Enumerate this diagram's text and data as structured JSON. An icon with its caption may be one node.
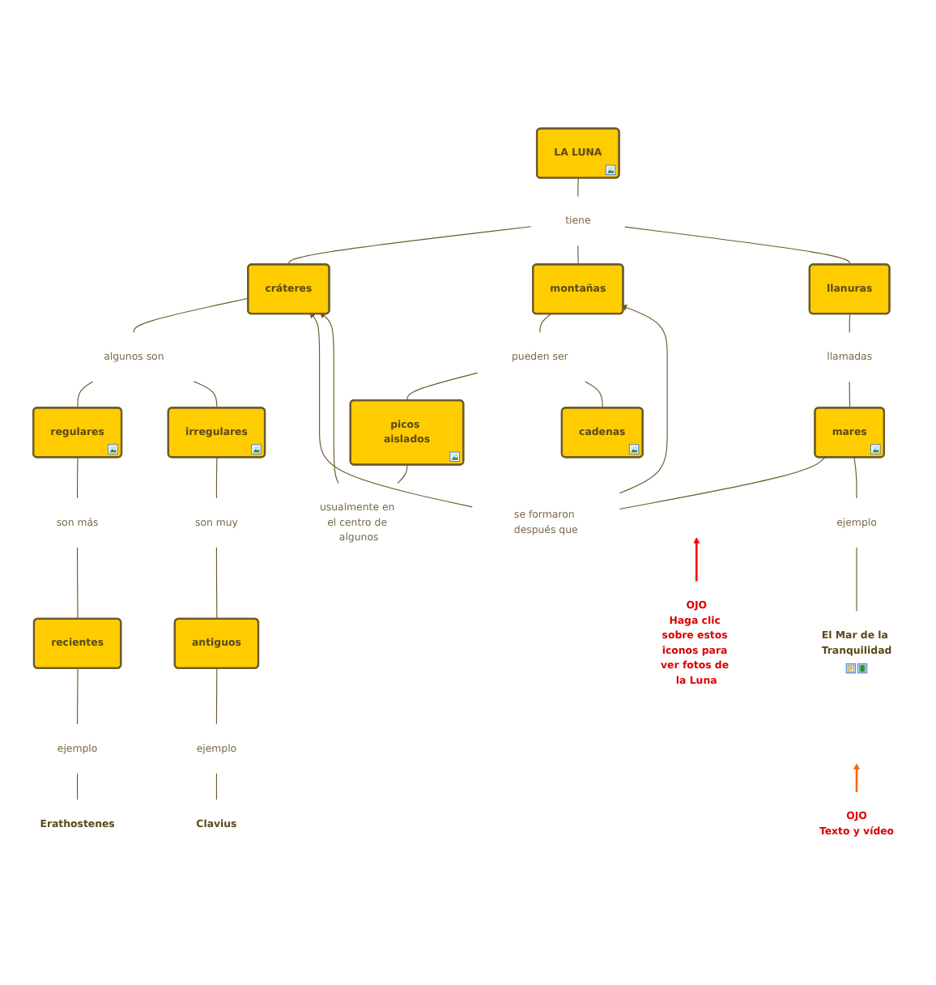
{
  "diagram": {
    "nodes": [
      {
        "text": [
          "LA LUNA"
        ]
      },
      {
        "text": [
          "tiene"
        ]
      },
      {
        "text": [
          "cráteres"
        ]
      },
      {
        "text": [
          "montañas"
        ]
      },
      {
        "text": [
          "llanuras"
        ]
      },
      {
        "text": [
          "algunos son"
        ]
      },
      {
        "text": [
          "pueden ser"
        ]
      },
      {
        "text": [
          "llamadas"
        ]
      },
      {
        "text": [
          "mares"
        ]
      },
      {
        "text": [
          "regulares"
        ]
      },
      {
        "text": [
          "irregulares"
        ]
      },
      {
        "text": [
          "se formaron después que"
        ]
      },
      {
        "text": [
          "son más"
        ]
      },
      {
        "text": [
          "son muy"
        ]
      },
      {
        "text": [
          "picos aislados"
        ]
      },
      {
        "text": [
          "cadenas"
        ]
      },
      {
        "text": [
          "recientes"
        ]
      },
      {
        "text": [
          "antiguos"
        ]
      },
      {
        "text": [
          "usualmente en el centro de algunos"
        ]
      },
      {
        "text": [
          "ejemplo"
        ]
      },
      {
        "text": [
          "ejemplo"
        ]
      },
      {
        "text": [
          "ejemplo"
        ]
      },
      {
        "text": [
          "Erathostenes"
        ]
      },
      {
        "text": [
          "Clavius"
        ]
      },
      {
        "text": [
          "El Mar de la Tranquilidad"
        ]
      },
      {
        "text": [
          "OJO",
          "Haga clic sobre estos iconos para ver fotos de la Luna"
        ]
      },
      {
        "text": [
          "OJO",
          "Texto y vídeo"
        ]
      }
    ],
    "edges": [
      {
        "from": 0,
        "to": 1,
        "arrow": "none"
      },
      {
        "from": 1,
        "to": 2,
        "arrow": "none"
      },
      {
        "from": 1,
        "to": 3,
        "arrow": "none"
      },
      {
        "from": 1,
        "to": 4,
        "arrow": "none"
      },
      {
        "from": 2,
        "to": 5,
        "arrow": "none"
      },
      {
        "from": 3,
        "to": 6,
        "arrow": "none"
      },
      {
        "from": 4,
        "to": 7,
        "arrow": "none"
      },
      {
        "from": 7,
        "to": 8,
        "arrow": "none"
      },
      {
        "from": 5,
        "to": 9,
        "arrow": "none"
      },
      {
        "from": 5,
        "to": 10,
        "arrow": "none"
      },
      {
        "from": 8,
        "to": 11,
        "arrow": "none"
      },
      {
        "from": 11,
        "to": 2,
        "arrow": "to"
      },
      {
        "from": 11,
        "to": 3,
        "arrow": "to"
      },
      {
        "from": 9,
        "to": 12,
        "arrow": "none"
      },
      {
        "from": 10,
        "to": 13,
        "arrow": "none"
      },
      {
        "from": 6,
        "to": 14,
        "arrow": "none"
      },
      {
        "from": 6,
        "to": 15,
        "arrow": "none"
      },
      {
        "from": 12,
        "to": 16,
        "arrow": "none"
      },
      {
        "from": 13,
        "to": 17,
        "arrow": "none"
      },
      {
        "from": 14,
        "to": 18,
        "arrow": "none"
      },
      {
        "from": 18,
        "to": 2,
        "arrow": "to"
      },
      {
        "from": 16,
        "to": 19,
        "arrow": "none"
      },
      {
        "from": 17,
        "to": 20,
        "arrow": "none"
      },
      {
        "from": 8,
        "to": 21,
        "arrow": "none"
      },
      {
        "from": 19,
        "to": 22,
        "arrow": "none"
      },
      {
        "from": 20,
        "to": 23,
        "arrow": "none"
      },
      {
        "from": 21,
        "to": 24,
        "arrow": "none"
      },
      {
        "from": 25,
        "to": null,
        "arrow": "to",
        "color": "#ff0000"
      },
      {
        "from": 26,
        "to": null,
        "arrow": "to",
        "color": "#ff6600"
      }
    ]
  }
}
